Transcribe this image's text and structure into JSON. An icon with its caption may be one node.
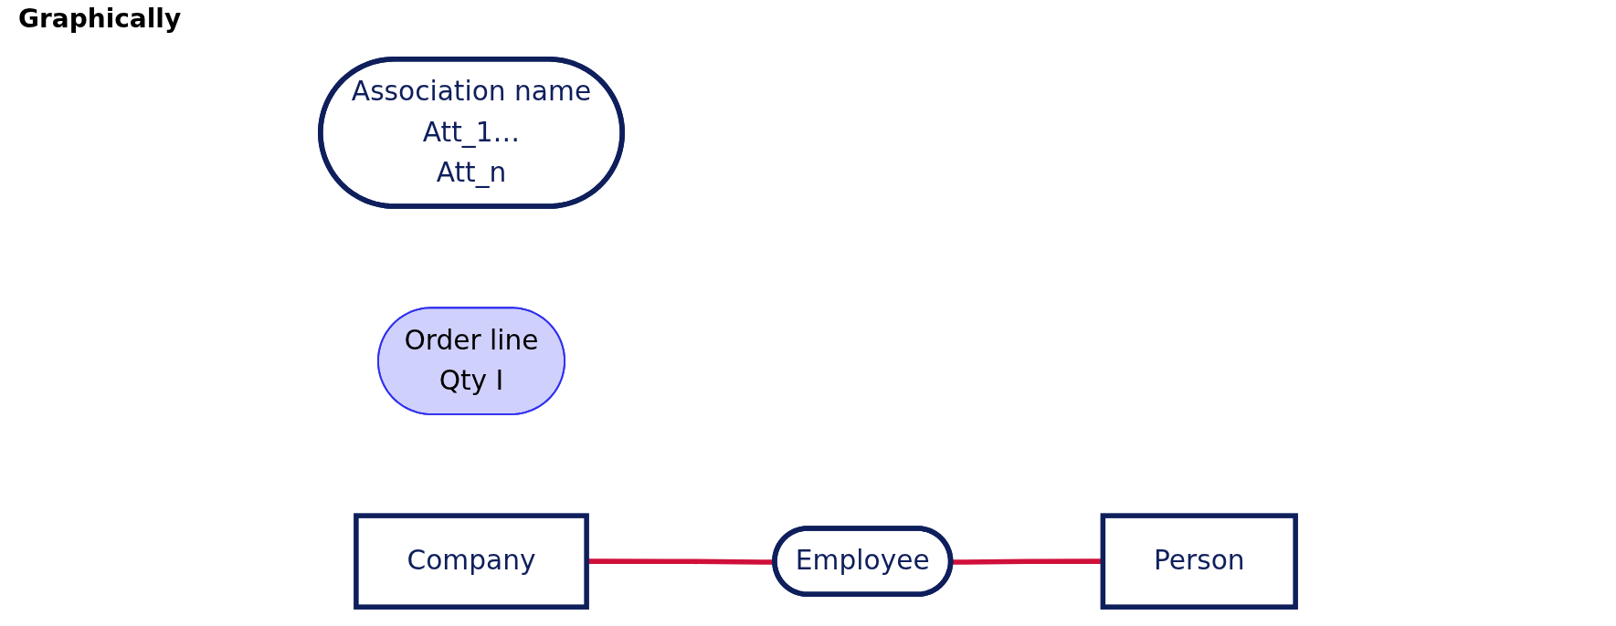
{
  "diagram": {
    "nodes": [
      {
        "text": [
          "Association name",
          "Att_1…",
          "Att_n"
        ]
      },
      {
        "text": [
          "Order line",
          "Qty I"
        ]
      },
      {
        "text": [
          "Company"
        ]
      },
      {
        "text": [
          "Employee"
        ]
      },
      {
        "text": [
          "Person"
        ]
      }
    ],
    "edges": [
      {
        "from": 2,
        "to": 3,
        "arrow": "none",
        "color": "#d0103a"
      },
      {
        "from": 3,
        "to": 4,
        "arrow": "none",
        "color": "#d0103a"
      }
    ],
    "labels": [
      "Graphically"
    ]
  }
}
